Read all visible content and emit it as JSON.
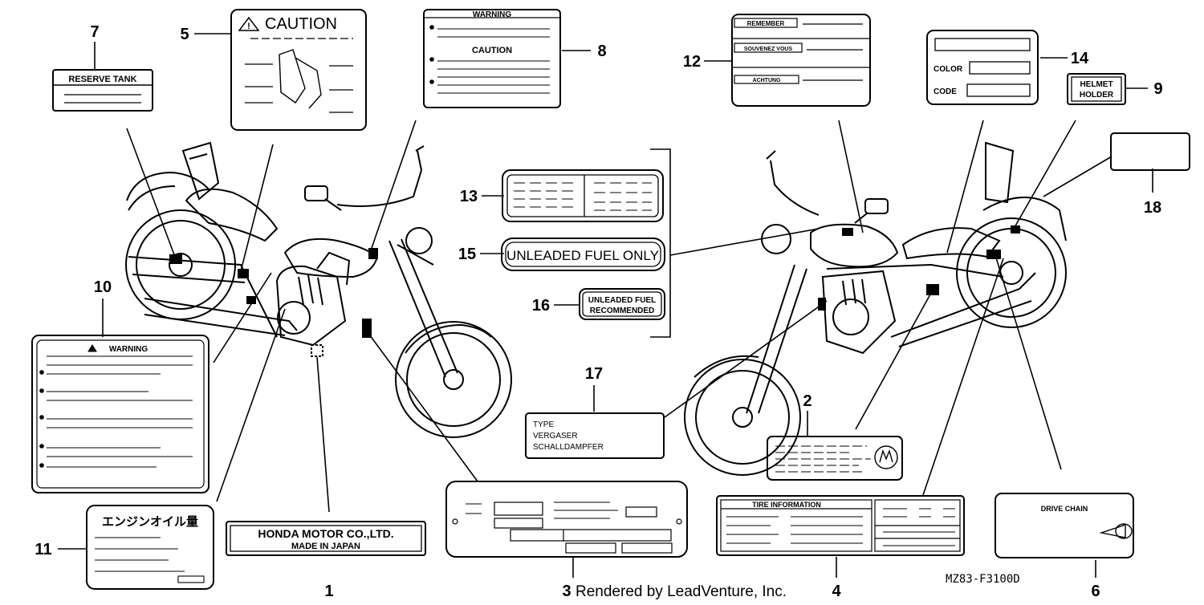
{
  "diagram": {
    "callouts": [
      {
        "id": "1",
        "text": "1"
      },
      {
        "id": "2",
        "text": "2"
      },
      {
        "id": "3",
        "text": "3"
      },
      {
        "id": "4",
        "text": "4"
      },
      {
        "id": "5",
        "text": "5"
      },
      {
        "id": "6",
        "text": "6"
      },
      {
        "id": "7",
        "text": "7"
      },
      {
        "id": "8",
        "text": "8"
      },
      {
        "id": "9",
        "text": "9"
      },
      {
        "id": "10",
        "text": "10"
      },
      {
        "id": "11",
        "text": "11"
      },
      {
        "id": "12",
        "text": "12"
      },
      {
        "id": "13",
        "text": "13"
      },
      {
        "id": "14",
        "text": "14"
      },
      {
        "id": "15",
        "text": "15"
      },
      {
        "id": "16",
        "text": "16"
      },
      {
        "id": "17",
        "text": "17"
      },
      {
        "id": "18",
        "text": "18"
      }
    ],
    "labels": {
      "reserve_tank": "RESERVE TANK",
      "caution": "CAUTION",
      "warning": "WARNING",
      "remember": "REMEMBER",
      "souvenez": "SOUVENEZ VOUS",
      "achtung": "ACHTUNG",
      "color": "COLOR",
      "code": "CODE",
      "helmet_holder_1": "HELMET",
      "helmet_holder_2": "HOLDER",
      "unleaded_only": "UNLEADED FUEL ONLY",
      "unleaded_rec_1": "UNLEADED FUEL",
      "unleaded_rec_2": "RECOMMENDED",
      "type": "TYPE",
      "vergaser": "VERGASER",
      "schalldampfer": "SCHALLDAMPFER",
      "engine_oil": "エンジンオイル量",
      "honda_1": "HONDA MOTOR CO.,LTD.",
      "honda_2": "MADE IN JAPAN",
      "tire_info": "TIRE INFORMATION",
      "drive_chain": "DRIVE CHAIN"
    },
    "part_code": "MZ83-F3100D",
    "watermark": "Rendered by LeadVenture, Inc."
  }
}
